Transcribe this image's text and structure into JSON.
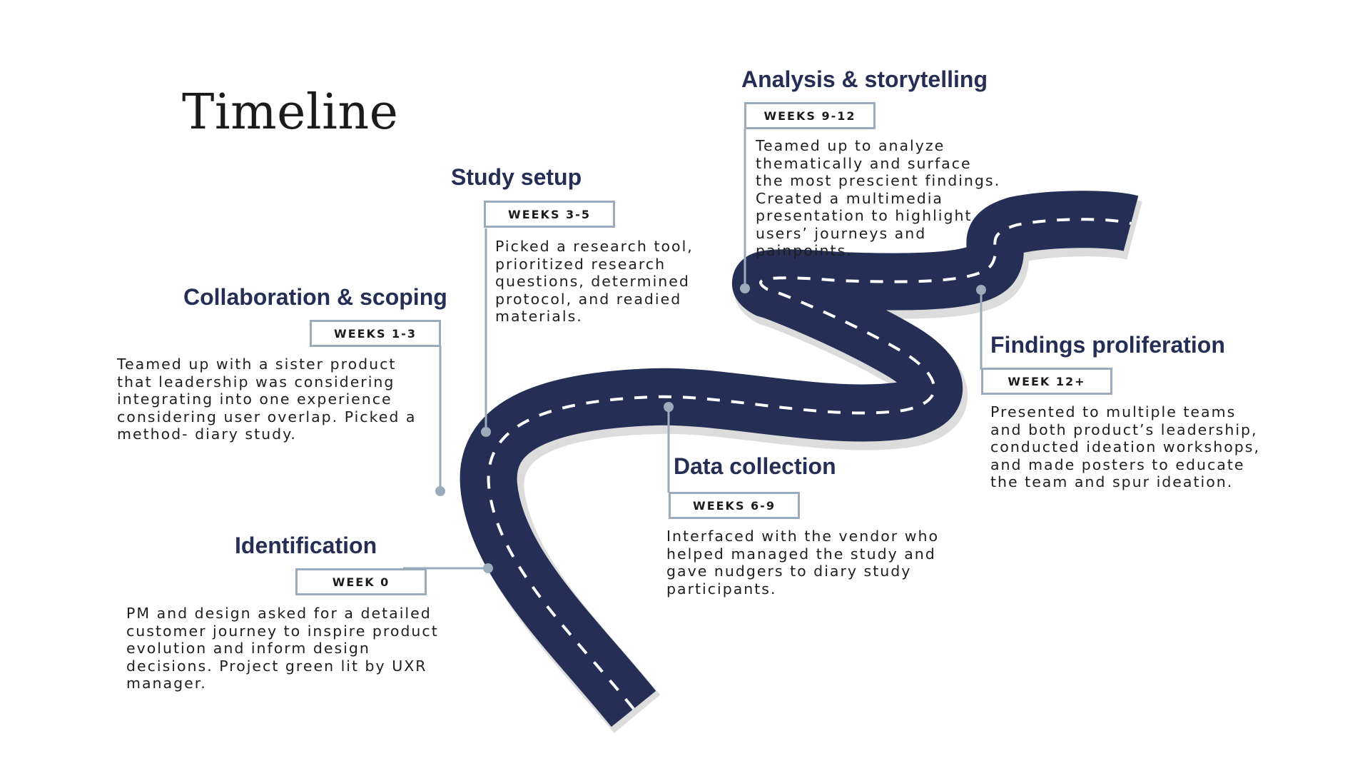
{
  "page": {
    "title": "Timeline"
  },
  "colors": {
    "road": "#252f55",
    "road_shadow": "#dcdcdc",
    "lane_marking": "#ffffff",
    "connector": "#9aacbb",
    "heading": "#252f55"
  },
  "stages": [
    {
      "heading": "Identification",
      "weeks": "WEEK 0",
      "description": "PM and design asked for a detailed\ncustomer journey to inspire product\nevolution and inform design\ndecisions. Project green lit by UXR\nmanager."
    },
    {
      "heading": "Collaboration & scoping",
      "weeks": "WEEKS 1-3",
      "description": "Teamed up with a sister product\nthat leadership was considering\nintegrating into one experience\nconsidering user overlap. Picked a\nmethod- diary study."
    },
    {
      "heading": "Study setup",
      "weeks": "WEEKS 3-5",
      "description": "Picked a research tool,\nprioritized research\nquestions, determined\nprotocol, and readied\nmaterials."
    },
    {
      "heading": "Data collection",
      "weeks": "WEEKS 6-9",
      "description": "Interfaced with the vendor who\nhelped managed the study and\ngave nudgers to diary study\nparticipants."
    },
    {
      "heading": "Analysis & storytelling",
      "weeks": "WEEKS 9-12",
      "description": "Teamed up to analyze\nthematically and surface\nthe most prescient findings.\nCreated a multimedia\npresentation to highlight\nusers’ journeys and\npainpoints."
    },
    {
      "heading": "Findings proliferation",
      "weeks": "WEEK 12+",
      "description": "Presented to multiple teams\nand both product’s leadership,\nconducted ideation workshops,\nand made posters to educate\nthe team and spur ideation."
    }
  ]
}
